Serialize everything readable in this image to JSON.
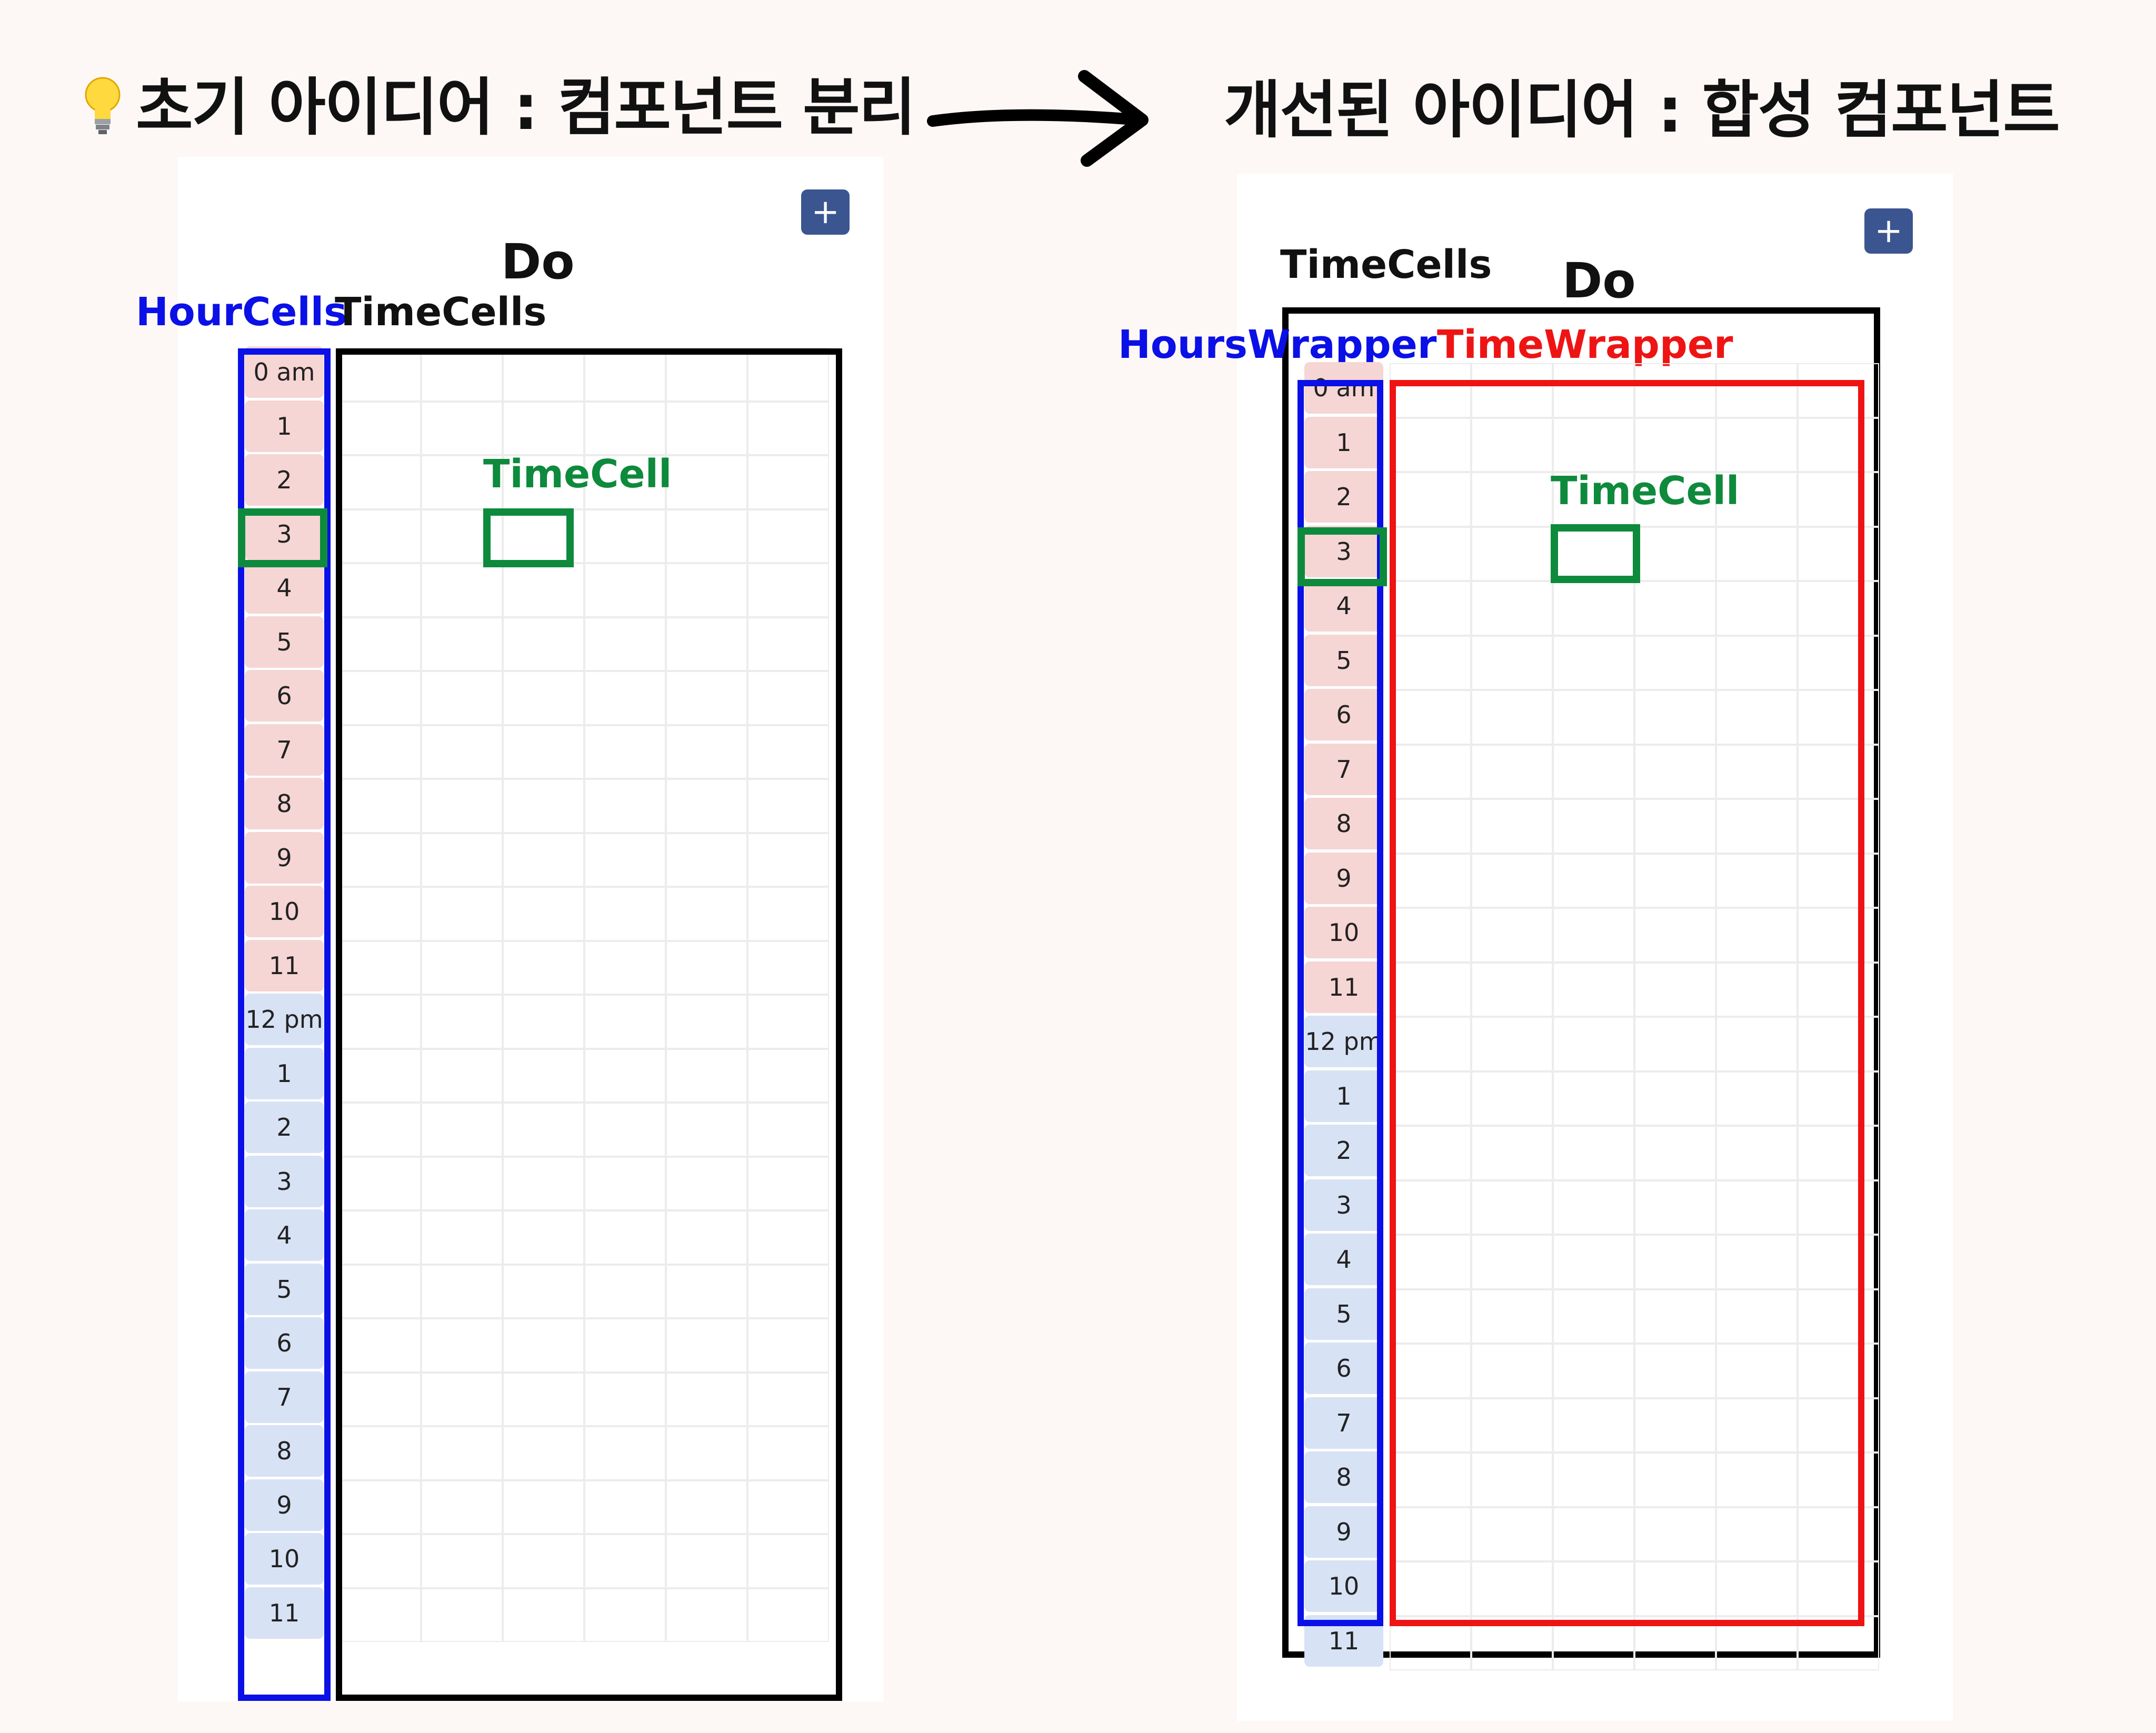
{
  "left": {
    "title": "초기 아이디어 : 컴포넌트 분리",
    "title_icon": "lightbulb-icon",
    "add_button": "+",
    "header": "Do",
    "labels": {
      "hour_cells": "HourCells",
      "time_cells": "TimeCells",
      "time_cell": "TimeCell"
    },
    "hours": [
      "0 am",
      "1",
      "2",
      "3",
      "4",
      "5",
      "6",
      "7",
      "8",
      "9",
      "10",
      "11",
      "12 pm",
      "1",
      "2",
      "3",
      "4",
      "5",
      "6",
      "7",
      "8",
      "9",
      "10",
      "11"
    ]
  },
  "right": {
    "title": "개선된 아이디어 :  합성 컴포넌트",
    "add_button": "+",
    "header": "Do",
    "labels": {
      "time_cells": "TimeCells",
      "hours_wrapper": "HoursWrapper",
      "time_wrapper": "TimeWrapper",
      "time_cell": "TimeCell"
    },
    "hours": [
      "0 am",
      "1",
      "2",
      "3",
      "4",
      "5",
      "6",
      "7",
      "8",
      "9",
      "10",
      "11",
      "12 pm",
      "1",
      "2",
      "3",
      "4",
      "5",
      "6",
      "7",
      "8",
      "9",
      "10",
      "11"
    ]
  },
  "arrow": "right-arrow-icon",
  "colors": {
    "outline": "#000000",
    "hour_cells": "#0a10e6",
    "time_wrapper": "#ee1414",
    "time_cell": "#0e8a3c",
    "am_cell": "#f6d5d5",
    "pm_cell": "#d7e2f5",
    "add_button": "#3b5590"
  }
}
